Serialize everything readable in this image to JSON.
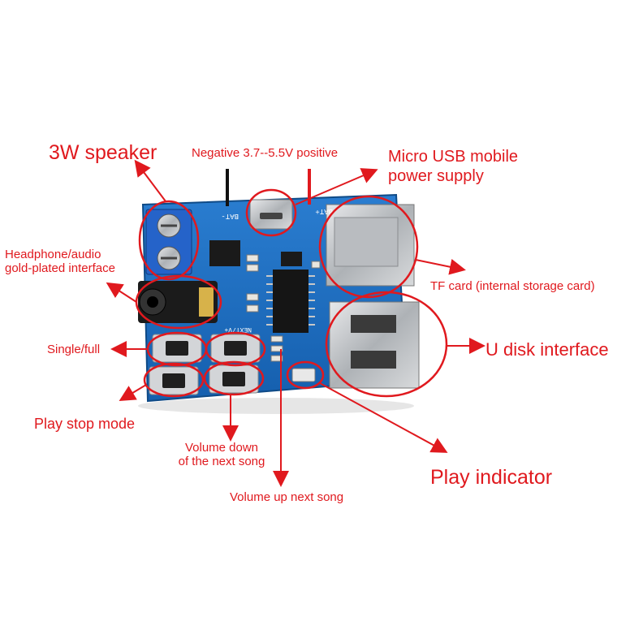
{
  "labels": {
    "speaker": "3W speaker",
    "battery": "Negative 3.7--5.5V positive",
    "usb_line1": "Micro USB mobile",
    "usb_line2": "power supply",
    "headphone_line1": "Headphone/audio",
    "headphone_line2": "gold-plated interface",
    "tf_card": "TF card (internal storage card)",
    "single_full": "Single/full",
    "udisk": "U disk interface",
    "play_stop": "Play stop mode",
    "vol_down_line1": "Volume down",
    "vol_down_line2": "of the next song",
    "play_indicator": "Play indicator",
    "vol_up": "Volume up next song"
  },
  "silkscreen": {
    "bat_minus": "BAT-",
    "bat_plus": "BAT+",
    "next": "NEXT/V+"
  },
  "colors": {
    "annotation": "#e0191e",
    "pcb": "#1f6fc0",
    "pcb_dark": "#134f8f",
    "metal": "#c7c9cc"
  }
}
